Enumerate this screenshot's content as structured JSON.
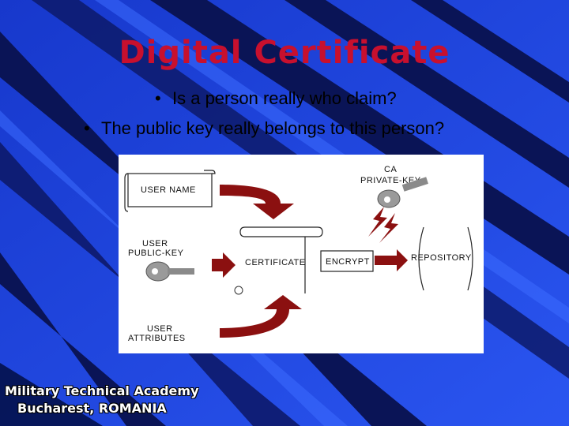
{
  "slide": {
    "title": "Digital Certificate",
    "bullets": [
      "Is a person really who claim?",
      "The public key really belongs to this person?"
    ],
    "bullet_symbol": "•"
  },
  "diagram": {
    "user_name": "USER NAME",
    "ca_line1": "CA",
    "ca_line2": "PRIVATE-KEY",
    "user_pubkey_line1": "USER",
    "user_pubkey_line2": "PUBLIC-KEY",
    "certificate": "CERTIFICATE",
    "encrypt": "ENCRYPT",
    "repository": "REPOSITORY",
    "user_attr_line1": "USER",
    "user_attr_line2": "ATTRIBUTES"
  },
  "footer": {
    "line1": "Military Technical Academy",
    "line2": "Bucharest, ROMANIA"
  },
  "colors": {
    "title": "#c8102e",
    "arrows": "#8b1010",
    "background_blue": "#1a3ed8",
    "stripe_navy": "#0a1456"
  }
}
